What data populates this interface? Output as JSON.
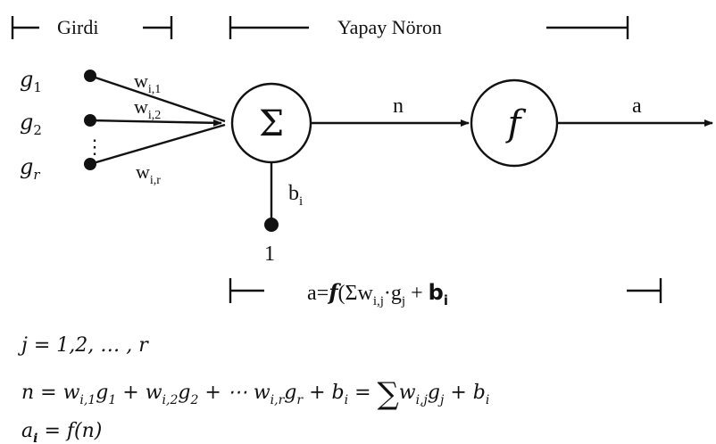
{
  "header": {
    "input_label": "Girdi",
    "neuron_label": "Yapay Nöron"
  },
  "inputs": [
    {
      "sym": "g",
      "sub": "1",
      "weight": "w",
      "weight_sub": "i,1"
    },
    {
      "sym": "g",
      "sub": "2",
      "weight": "w",
      "weight_sub": "i,2"
    },
    {
      "sym": "g",
      "sub": "r",
      "weight": "w",
      "weight_sub": "i,r"
    }
  ],
  "dots": "⋮",
  "sum_symbol": "Σ",
  "activation_symbol": "f",
  "net_label": "n",
  "output_label": "a",
  "bias": {
    "sym": "b",
    "sub": "i",
    "input_value": "1"
  },
  "formula_box": {
    "prefix": "a=",
    "func": "f",
    "open": "(Σ",
    "w": "w",
    "w_sub": "i,j",
    "dot": "·",
    "g": "g",
    "g_sub": "j",
    "plus": " + ",
    "b": "b",
    "b_sub": "i"
  },
  "equations": {
    "line1": "j = 1,2, … , r",
    "line2_left": "n = w",
    "line2_parts": [
      {
        "text": "n = w",
        "sub": "i,1"
      },
      {
        "text": "g",
        "sub": "1"
      },
      {
        "text": " + w",
        "sub": "i,2"
      },
      {
        "text": "g",
        "sub": "2"
      },
      {
        "text": " + ⋯ w",
        "sub": "i,r"
      },
      {
        "text": "g",
        "sub": "r"
      },
      {
        "text": " + b",
        "sub": "i"
      },
      {
        "text": " = ",
        "sub": ""
      }
    ],
    "line2_sum": "∑",
    "line2_right_parts": [
      {
        "text": "w",
        "sub": "i,j"
      },
      {
        "text": "g",
        "sub": "j"
      },
      {
        "text": " + b",
        "sub": "i"
      }
    ],
    "line3_a": "a",
    "line3_a_sub": "i",
    "line3_rest": " = f(n)"
  }
}
